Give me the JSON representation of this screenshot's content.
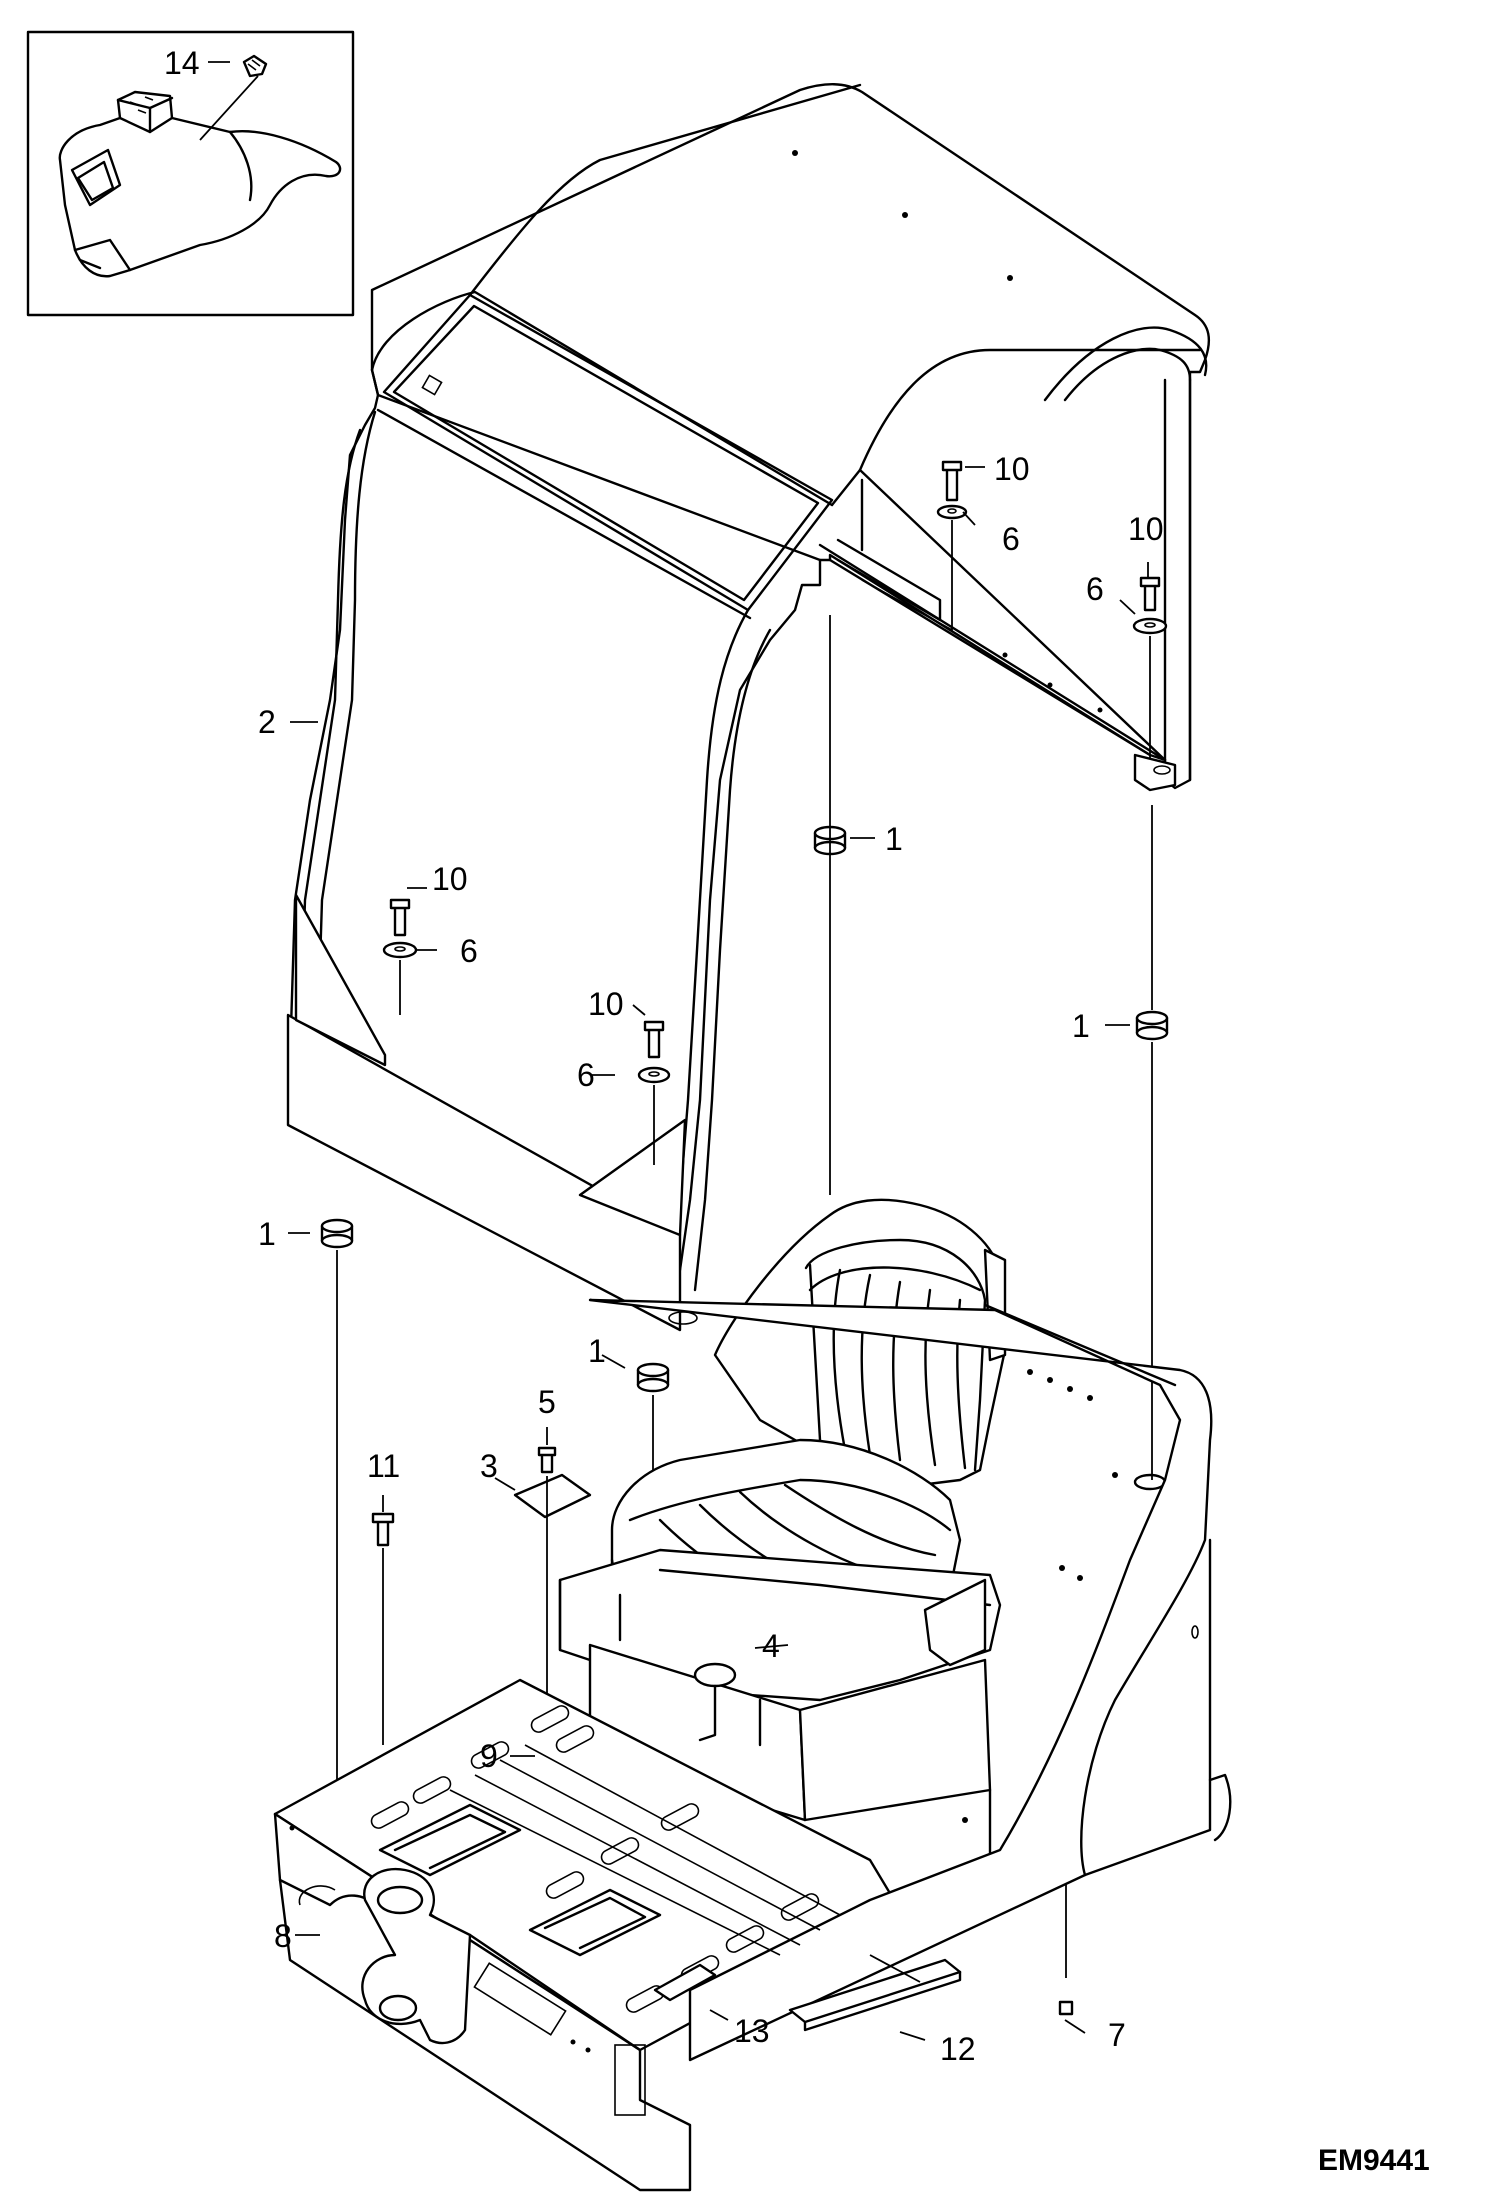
{
  "diagram": {
    "figure_code": "EM9441",
    "inset_callout": "14",
    "callouts": [
      {
        "id": "c-10-a",
        "label": "10"
      },
      {
        "id": "c-6-a",
        "label": "6"
      },
      {
        "id": "c-10-b",
        "label": "10"
      },
      {
        "id": "c-6-b",
        "label": "6"
      },
      {
        "id": "c-2",
        "label": "2"
      },
      {
        "id": "c-1-a",
        "label": "1"
      },
      {
        "id": "c-10-c",
        "label": "10"
      },
      {
        "id": "c-6-c",
        "label": "6"
      },
      {
        "id": "c-10-d",
        "label": "10"
      },
      {
        "id": "c-6-d",
        "label": "6"
      },
      {
        "id": "c-1-b",
        "label": "1"
      },
      {
        "id": "c-1-c",
        "label": "1"
      },
      {
        "id": "c-1-d",
        "label": "1"
      },
      {
        "id": "c-5",
        "label": "5"
      },
      {
        "id": "c-3",
        "label": "3"
      },
      {
        "id": "c-11",
        "label": "11"
      },
      {
        "id": "c-4",
        "label": "4"
      },
      {
        "id": "c-9",
        "label": "9"
      },
      {
        "id": "c-8",
        "label": "8"
      },
      {
        "id": "c-13",
        "label": "13"
      },
      {
        "id": "c-12",
        "label": "12"
      },
      {
        "id": "c-7",
        "label": "7"
      }
    ]
  }
}
